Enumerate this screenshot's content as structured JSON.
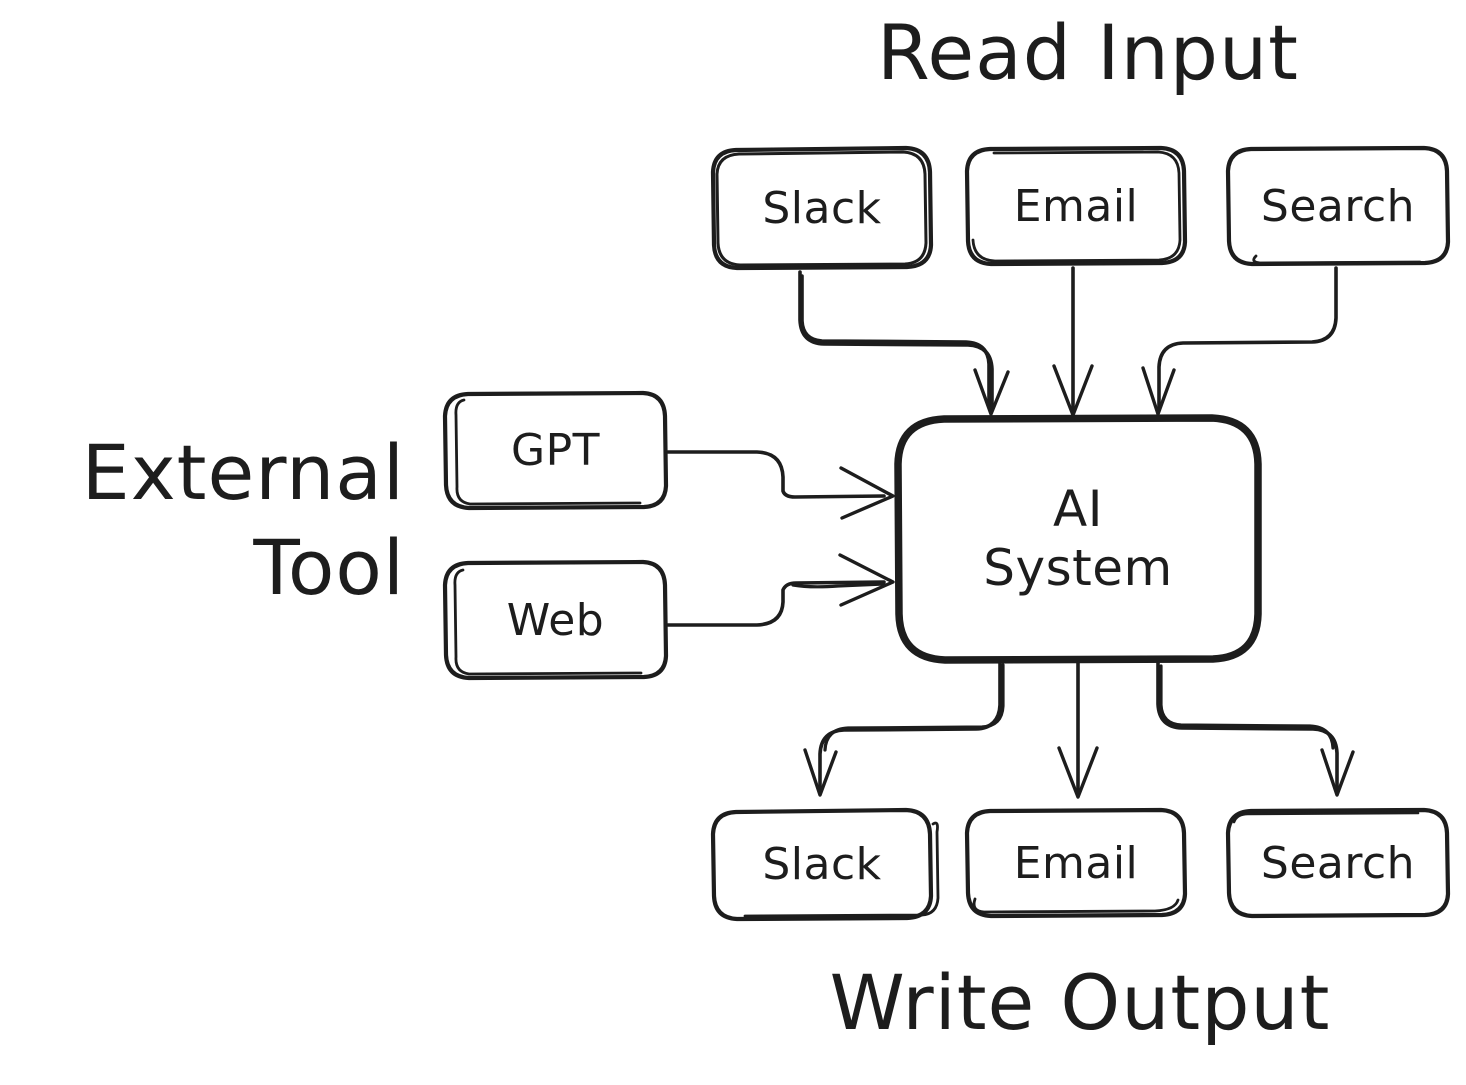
{
  "diagram": {
    "title_read_input": "Read Input",
    "title_write_output": "Write Output",
    "title_external_tool": "External\nTool",
    "center_node": "AI\nSystem",
    "input_nodes": [
      {
        "label": "Slack"
      },
      {
        "label": "Email"
      },
      {
        "label": "Search"
      }
    ],
    "output_nodes": [
      {
        "label": "Slack"
      },
      {
        "label": "Email"
      },
      {
        "label": "Search"
      }
    ],
    "tool_nodes": [
      {
        "label": "GPT"
      },
      {
        "label": "Web"
      }
    ],
    "style": {
      "stroke": "#1d1d1d",
      "background": "#ffffff",
      "node_fill": "#ffffff",
      "text_color": "#1d1d1d"
    }
  }
}
